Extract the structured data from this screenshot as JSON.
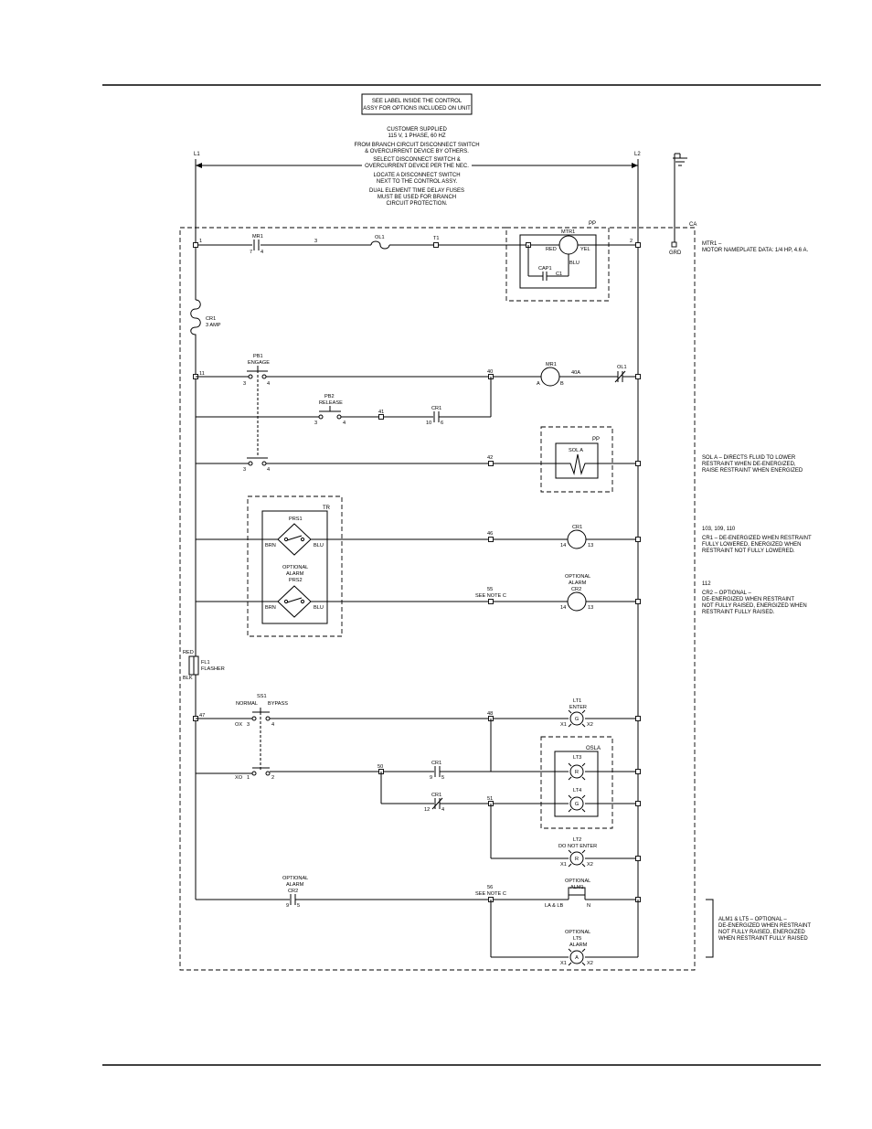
{
  "header_note": [
    "SEE LABEL INSIDE THE CONTROL",
    "ASSY FOR OPTIONS INCLUDED ON UNIT"
  ],
  "supply_note": [
    "CUSTOMER SUPPLIED",
    "115 V, 1 PHASE, 60 HZ",
    "FROM BRANCH CIRCUIT DISCONNECT SWITCH",
    "& OVERCURRENT DEVICE BY OTHERS.",
    "SELECT DISCONNECT SWITCH &",
    "OVERCURRENT DEVICE PER THE NEC.",
    "LOCATE A DISCONNECT SWITCH",
    "NEXT TO THE CONTROL ASSY.",
    "DUAL ELEMENT TIME DELAY FUSES",
    "MUST BE USED FOR BRANCH",
    "CIRCUIT PROTECTION."
  ],
  "lines": {
    "l1": "L1",
    "l2": "L2",
    "grd": "GRD",
    "ca": "CA",
    "pp1": "PP",
    "pp2": "PP",
    "tr": "TR",
    "osla": "OSLA"
  },
  "wires": {
    "w1": "1",
    "w2": "2",
    "w3": "3",
    "wT1": "T1",
    "w11": "11",
    "w40": "40",
    "w40a": "40A",
    "w41": "41",
    "w42": "42",
    "w46": "46",
    "w55": "55",
    "note55": "SEE NOTE C",
    "w47": "47",
    "w48": "48",
    "w50": "50",
    "w51": "51",
    "w56": "56",
    "note56": "SEE NOTE C"
  },
  "components": {
    "mr1": "MR1",
    "mr1_t1": "7",
    "mr1_t2": "4",
    "ol1": "OL1",
    "mtr1": "MTR1",
    "red": "RED",
    "yel": "YEL",
    "blu": "BLU",
    "cap1": "CAP1",
    "c1": "C1",
    "cr1_fuse": "CR1",
    "cr1_fuse_amp": "3 AMP",
    "pb1": "PB1",
    "pb1_label": "ENGAGE",
    "pb1_t3": "3",
    "pb1_t4": "4",
    "pb1b_t3": "3",
    "pb1b_t4": "4",
    "mr1_coil": "MR1",
    "mr1_a": "A",
    "mr1_b": "B",
    "ol1_contact": "OL1",
    "pb2": "PB2",
    "pb2_label": "RELEASE",
    "pb2_t3": "3",
    "pb2_t4": "4",
    "cr1_c1": "CR1",
    "cr1_c1_t10": "10",
    "cr1_c1_t6": "6",
    "sola": "SOL A",
    "prs1": "PRS1",
    "prs1_brn": "BRN",
    "prs1_blu": "BLU",
    "prs2_opt": "OPTIONAL",
    "prs2_alarm": "ALARM",
    "prs2": "PRS2",
    "prs2_brn": "BRN",
    "prs2_blu": "BLU",
    "cr1_coil": "CR1",
    "cr1_coil_14": "14",
    "cr1_coil_13": "13",
    "cr2_opt": "OPTIONAL",
    "cr2_alarm": "ALARM",
    "cr2": "CR2",
    "cr2_14": "14",
    "cr2_13": "13",
    "fl1_red": "RED",
    "fl1_blk": "BLK",
    "fl1": "FL1",
    "fl1_label": "FLASHER",
    "ss1": "SS1",
    "ss1_normal": "NORMAL",
    "ss1_bypass": "BYPASS",
    "ss1_ox": "OX",
    "ss1_t3": "3",
    "ss1_t4": "4",
    "ss1_xo": "XO",
    "ss1_t1": "1",
    "ss1_t2": "2",
    "lt1": "LT1",
    "lt1_label": "ENTER",
    "lt1_letter": "G",
    "lt1_x1": "X1",
    "lt1_x2": "X2",
    "cr1_c2": "CR1",
    "cr1_c2_t9": "9",
    "cr1_c2_t5": "5",
    "lt3": "LT3",
    "lt3_letter": "R",
    "cr1_c3": "CR1",
    "cr1_c3_t12": "12",
    "cr1_c3_t4": "4",
    "lt4": "LT4",
    "lt4_letter": "G",
    "lt2": "LT2",
    "lt2_label": "DO NOT ENTER",
    "lt2_letter": "R",
    "lt2_x1": "X1",
    "lt2_x2": "X2",
    "cr2c_opt": "OPTIONAL",
    "cr2c_alarm": "ALARM",
    "cr2c": "CR2",
    "cr2c_t9": "9",
    "cr2c_t5": "5",
    "alm1_opt": "OPTIONAL",
    "alm1": "ALM1",
    "alm1_la": "LA & LB",
    "alm1_n": "N",
    "lt5_opt": "OPTIONAL",
    "lt5": "LT5",
    "lt5_label": "ALARM",
    "lt5_letter": "A",
    "lt5_x1": "X1",
    "lt5_x2": "X2"
  },
  "notes": {
    "mtr1": [
      "MTR1 –",
      "MOTOR NAMEPLATE DATA: 1/4 HP, 4.6 A."
    ],
    "sola": [
      "SOL A – DIRECTS FLUID TO LOWER",
      "RESTRAINT WHEN DE-ENERGIZED,",
      "RAISE RESTRAINT WHEN ENERGIZED"
    ],
    "cr1_models": "103, 109, 110",
    "cr1": [
      "CR1 – DE-ENERGIZED WHEN RESTRAINT",
      "FULLY LOWERED, ENERGIZED WHEN",
      "RESTRAINT NOT FULLY LOWERED."
    ],
    "cr2_model": "112",
    "cr2": [
      "CR2 – OPTIONAL –",
      "DE-ENERGIZED WHEN RESTRAINT",
      "NOT FULLY RAISED, ENERGIZED WHEN",
      "RESTRAINT FULLY RAISED."
    ],
    "alm": [
      "ALM1 & LT5 – OPTIONAL –",
      "DE-ENERGIZED WHEN RESTRAINT",
      "NOT FULLY RAISED, ENERGIZED",
      "WHEN RESTRAINT FULLY RAISED"
    ]
  }
}
